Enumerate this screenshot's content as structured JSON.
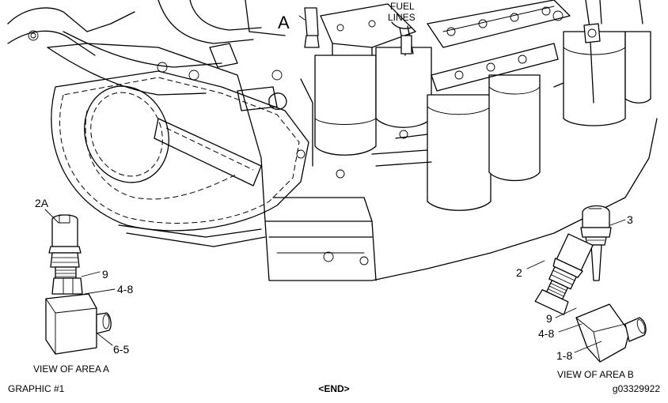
{
  "callouts": {
    "a": "A",
    "fuel_lines_1": "FUEL",
    "fuel_lines_2": "LINES",
    "c2a": "2A",
    "c9_left": "9",
    "c48_left": "4-8",
    "c65": "6-5",
    "c3": "3",
    "c2": "2",
    "c9_right": "9",
    "c48_right": "4-8",
    "c18": "1-8"
  },
  "captions": {
    "view_a": "VIEW OF AREA A",
    "view_b": "VIEW OF AREA B"
  },
  "footer": {
    "graphic_label": "GRAPHIC #1",
    "end_marker": "<END>",
    "figure_id": "g03329922"
  }
}
